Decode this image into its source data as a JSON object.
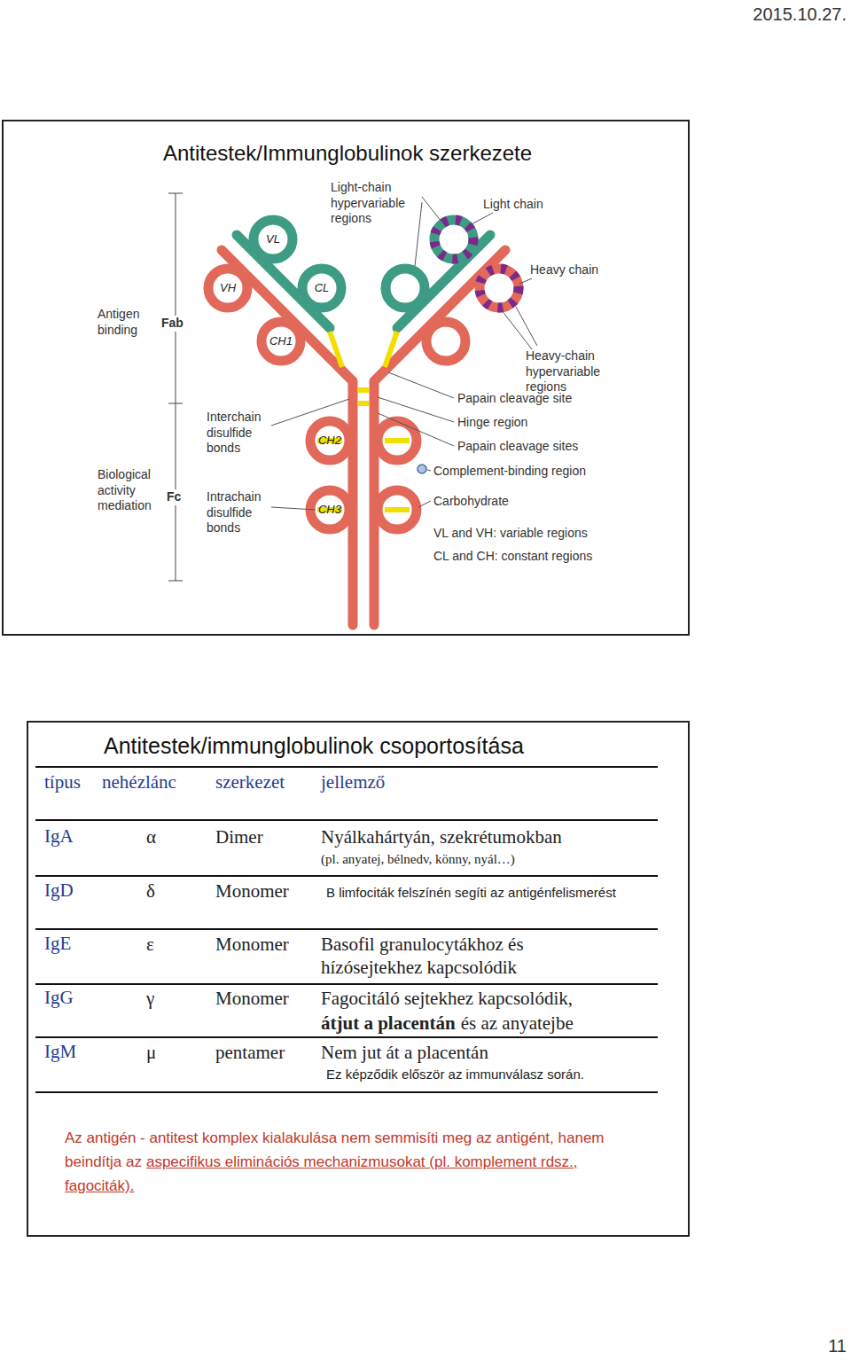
{
  "diagram": {
    "nodes": [
      {
        "text": [
          "Antitestek/Immunglobulinok szerkezete"
        ]
      },
      {
        "text": [
          "Antitestek/immunglobulinok csoportosítása"
        ]
      }
    ],
    "labels": [
      "2015.10.27.",
      "Light-chain hypervariable regions",
      "Light chain",
      "Heavy chain",
      "Antigen binding",
      "Fab",
      "VL",
      "VH",
      "CL",
      "CH1",
      "Heavy-chain hypervariable regions",
      "Papain cleavage site",
      "Hinge region",
      "Papain cleavage sites",
      "Interchain disulfide bonds",
      "CH2",
      "Complement-binding region",
      "Biological activity mediation",
      "Fc",
      "Intrachain disulfide bonds",
      "CH3",
      "Carbohydrate",
      "VL and VH: variable regions",
      "CL and CH: constant regions",
      "típus",
      "nehézlánc",
      "szerkezet",
      "jellemző",
      "IgA",
      "α",
      "Dimer",
      "Nyálkahártyán, szekrétumokban",
      "(pl. anyatej, bélnedv, könny, nyál…)",
      "IgD",
      "δ",
      "Monomer",
      "B limfociták felszínén segíti az antigénfelismerést",
      "IgE",
      "ε",
      "Monomer",
      "Basofil granulocytákhoz és hízósejtekhez kapcsolódik",
      "IgG",
      "γ",
      "Monomer",
      "Fagocitáló sejtekhez kapcsolódik,",
      "átjut a placentán",
      "és az anyatejbe",
      "IgM",
      "μ",
      "pentamer",
      "Nem jut át a placentán",
      "Ez képződik először az immunválasz során.",
      "Az antigén - antitest komplex kialakulása nem semmisíti meg az antigént, hanem beindítja az",
      "aspecifikus eliminációs mechanizmusokat (pl. komplement rdsz., fagociták).",
      "11"
    ]
  }
}
